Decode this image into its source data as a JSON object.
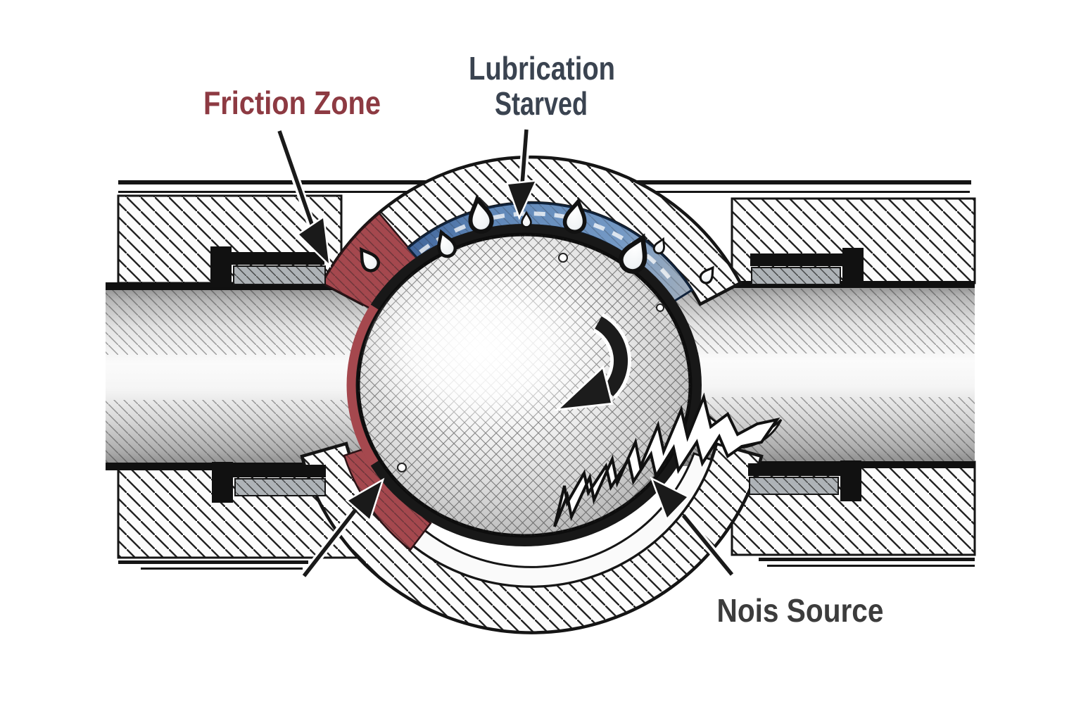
{
  "diagram": {
    "type": "technical-illustration",
    "subject": "Ball bearing cross-section sketch showing friction, lubrication starvation and noise",
    "labels": {
      "friction_zone": {
        "text": "Friction Zone",
        "color": "#8d3a42"
      },
      "lubrication_starved": {
        "line1": "Lubrication",
        "line2": "Starved",
        "color": "#3a4350"
      },
      "noise_source": {
        "text": "Nois Source",
        "color": "#3c3c3c"
      }
    },
    "colors": {
      "background": "#ffffff",
      "ink": "#151515",
      "friction_red": "#a5484e",
      "lubrication_blue": "#5f87b8",
      "steel_highlight": "#fafafa",
      "steel_shadow": "#8f8f8f"
    },
    "icons": {
      "rotation_arrow": "clockwise-rotation-arrow",
      "noise_burst": "zigzag-noise-burst",
      "droplet": "lubricant-droplet",
      "droplet_count": 8,
      "pointer_arrows": 4
    }
  }
}
